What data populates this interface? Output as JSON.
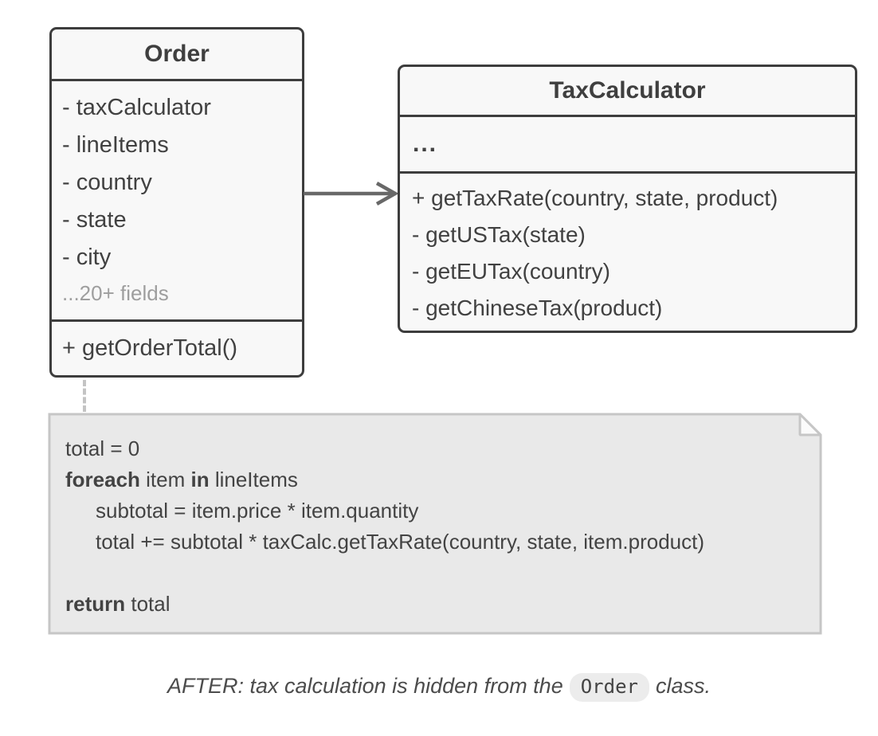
{
  "diagram": {
    "order_class": {
      "title": "Order",
      "fields": [
        "- taxCalculator",
        "- lineItems",
        "- country",
        "- state",
        "- city"
      ],
      "more_fields": "...20+ fields",
      "methods": [
        "+ getOrderTotal()"
      ]
    },
    "tax_calculator_class": {
      "title": "TaxCalculator",
      "fields_placeholder": "...",
      "methods": [
        "+ getTaxRate(country, state, product)",
        "- getUSTax(state)",
        "- getEUTax(country)",
        "- getChineseTax(product)"
      ]
    },
    "relationship": "association-arrow-order-to-taxcalculator",
    "note": {
      "lines": [
        {
          "segments": [
            {
              "text": "total = 0"
            }
          ]
        },
        {
          "segments": [
            {
              "text": "foreach",
              "bold": true
            },
            {
              "text": " item "
            },
            {
              "text": "in",
              "bold": true
            },
            {
              "text": " lineItems"
            }
          ]
        },
        {
          "segments": [
            {
              "text": "subtotal = item.price * item.quantity"
            }
          ]
        },
        {
          "segments": [
            {
              "text": "total += subtotal * taxCalc.getTaxRate(country, state, item.product)"
            }
          ]
        },
        {
          "segments": [
            {
              "text": ""
            }
          ]
        },
        {
          "segments": [
            {
              "text": "return",
              "bold": true
            },
            {
              "text": " total"
            }
          ]
        }
      ]
    },
    "caption": {
      "prefix": "AFTER: tax calculation is hidden from the",
      "code": "Order",
      "suffix": "class."
    },
    "colors": {
      "background": "#ffffff",
      "box_fill": "#f8f8f8",
      "box_border": "#3d3d3d",
      "text": "#414141",
      "muted_text": "#9e9e9e",
      "arrow": "#686868",
      "connector": "#c4c4c4",
      "note_fill": "#e9e9e9",
      "note_border": "#c6c6c6",
      "caption_text": "#4c4c4c",
      "pill_bg": "#ececec"
    }
  }
}
